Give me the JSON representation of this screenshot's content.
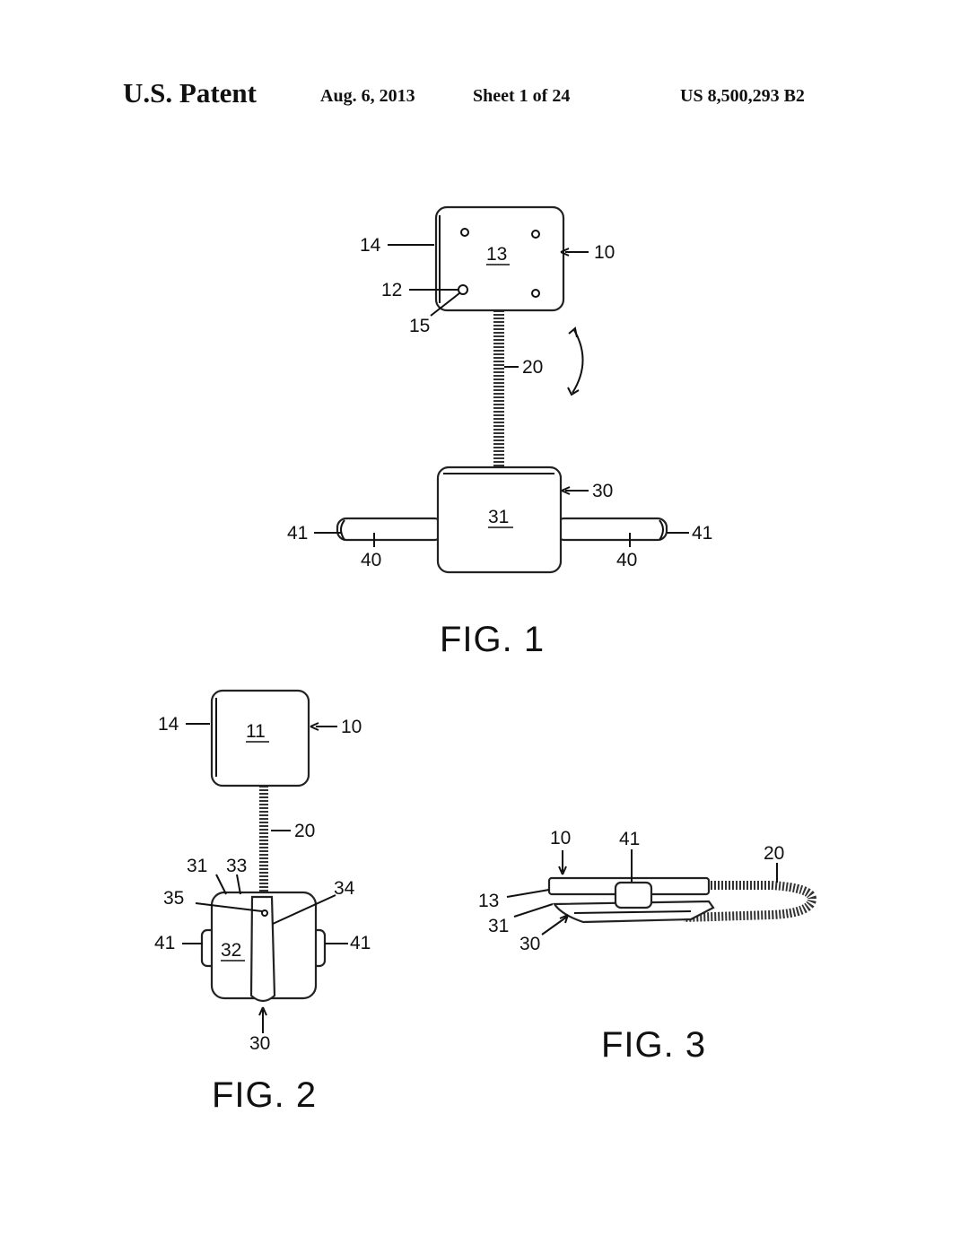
{
  "header": {
    "left": "U.S. Patent",
    "date": "Aug. 6, 2013",
    "sheet": "Sheet 1 of 24",
    "number": "US 8,500,293 B2"
  },
  "fig1": {
    "caption": "FIG. 1",
    "refs": {
      "r14": "14",
      "r13": "13",
      "r10": "10",
      "r12": "12",
      "r15": "15",
      "r20": "20",
      "r30": "30",
      "r31": "31",
      "r41a": "41",
      "r41b": "41",
      "r40a": "40",
      "r40b": "40"
    }
  },
  "fig2": {
    "caption": "FIG. 2",
    "refs": {
      "r14": "14",
      "r11": "11",
      "r10": "10",
      "r20": "20",
      "r31": "31",
      "r33": "33",
      "r35": "35",
      "r34": "34",
      "r41a": "41",
      "r41b": "41",
      "r32": "32",
      "r30": "30"
    }
  },
  "fig3": {
    "caption": "FIG. 3",
    "refs": {
      "r10": "10",
      "r41": "41",
      "r20": "20",
      "r13": "13",
      "r31": "31",
      "r30": "30"
    }
  }
}
